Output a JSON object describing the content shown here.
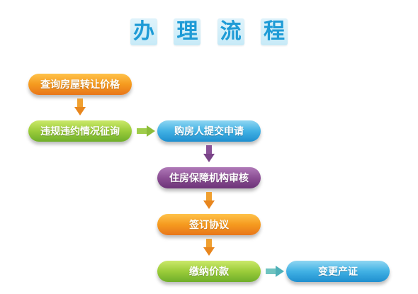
{
  "title": [
    "办",
    "理",
    "流",
    "程"
  ],
  "steps": {
    "s1": "查询房屋转让价格",
    "s2": "违规违约情况征询",
    "s3": "购房人提交申请",
    "s4": "住房保障机构审核",
    "s5": "签订协议",
    "s6": "缴纳价款",
    "s7": "变更产证"
  },
  "colors": {
    "title": "#1e9bd6",
    "orange": "#f59a1f",
    "green": "#9bcc3a",
    "blue": "#41b1e4",
    "purple": "#8c4f95"
  }
}
